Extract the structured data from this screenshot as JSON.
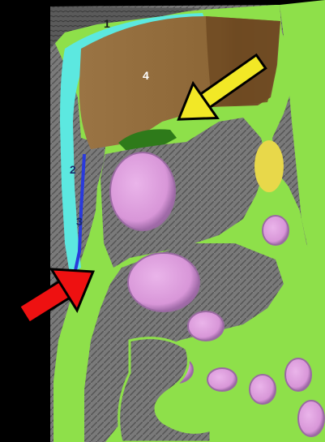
{
  "figure": {
    "labels": [
      {
        "id": "label-1",
        "text": "1",
        "color": "#1a2a6a"
      },
      {
        "id": "label-2",
        "text": "2",
        "color": "#1a2a6a"
      },
      {
        "id": "label-3",
        "text": "3",
        "color": "#1a1a1a"
      },
      {
        "id": "label-4",
        "text": "4",
        "color": "#ffffff"
      }
    ],
    "colors": {
      "background": "#000000",
      "peritoneal_cavity": "#8ee04a",
      "liver": "#8a6538",
      "lesser_omentum_region": "#2e7a1a",
      "bowel_lumen": "#e0a4e0",
      "bowel_wall": "#b07ab8",
      "fat_pad": "#e8d84a",
      "subphrenic_space": "#5ce8e0",
      "vessel_line": "#2a3adc",
      "tissue_gray": "#6a6a6a",
      "red_arrow": "#ee1111",
      "yellow_arrow": "#f2e826"
    },
    "arrows": [
      {
        "id": "red-arrow",
        "color": "red",
        "direction": "up-right"
      },
      {
        "id": "yellow-arrow",
        "color": "yellow",
        "direction": "down-left"
      }
    ]
  }
}
